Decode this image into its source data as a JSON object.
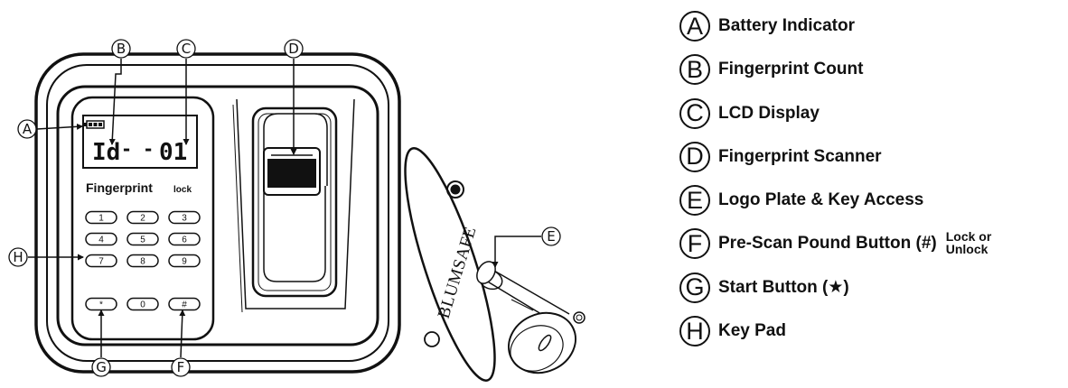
{
  "lcd": {
    "left": "Id",
    "dashes": "- -",
    "count": "01"
  },
  "panel": {
    "brand_word": "Fingerprint",
    "lock_word": "lock"
  },
  "keypad": [
    "1",
    "2",
    "3",
    "4",
    "5",
    "6",
    "7",
    "8",
    "9",
    "*",
    "0",
    "#"
  ],
  "badge_text": "BLUMSAFE",
  "callouts": {
    "a": "A",
    "b": "B",
    "c": "C",
    "d": "D",
    "e": "E",
    "f": "F",
    "g": "G",
    "h": "H"
  },
  "legend": [
    {
      "letter": "A",
      "label": "Battery Indicator",
      "note": ""
    },
    {
      "letter": "B",
      "label": "Fingerprint Count",
      "note": ""
    },
    {
      "letter": "C",
      "label": "LCD Display",
      "note": ""
    },
    {
      "letter": "D",
      "label": "Fingerprint Scanner",
      "note": ""
    },
    {
      "letter": "E",
      "label": "Logo Plate & Key Access",
      "note": ""
    },
    {
      "letter": "F",
      "label": "Pre-Scan Pound Button (#)",
      "note": "Lock or Unlock"
    },
    {
      "letter": "G",
      "label": "Start Button (★)",
      "note": ""
    },
    {
      "letter": "H",
      "label": "Key Pad",
      "note": ""
    }
  ],
  "colors": {
    "ink": "#111111",
    "background": "#ffffff"
  }
}
